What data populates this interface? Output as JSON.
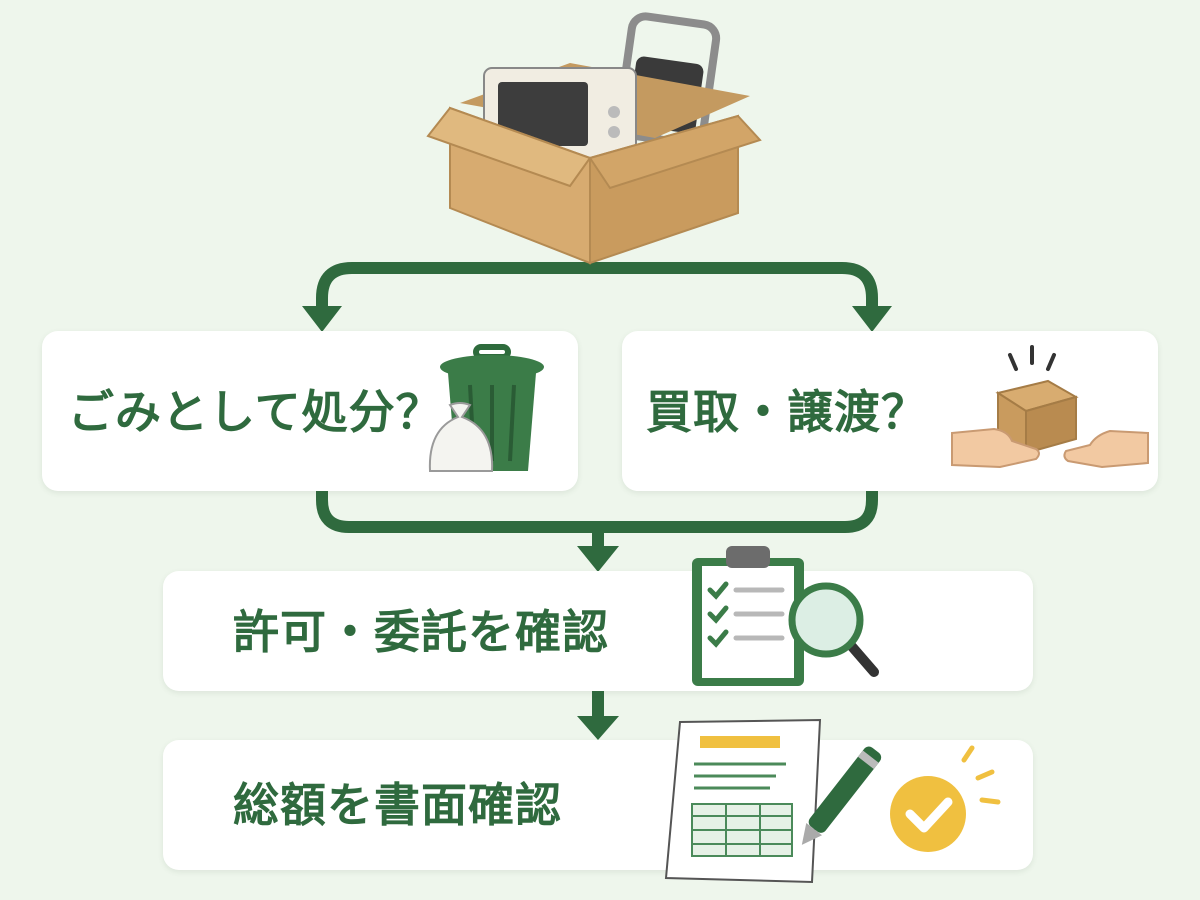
{
  "steps": {
    "dispose": "ごみとして処分？",
    "buyback": "買取・譲渡？",
    "permit": "許可・委託を確認",
    "total": "総額を書面確認"
  },
  "icons": {
    "top": "box-with-microwave-and-chair-icon",
    "dispose": "trash-can-and-garbage-bag-icon",
    "buyback": "package-handover-icon",
    "permit": "clipboard-checklist-magnifier-icon",
    "total": "document-pen-check-icon"
  },
  "colors": {
    "background": "#eef6ec",
    "accent": "#2f6a3e",
    "card": "#ffffff",
    "check_badge": "#f0c040"
  }
}
